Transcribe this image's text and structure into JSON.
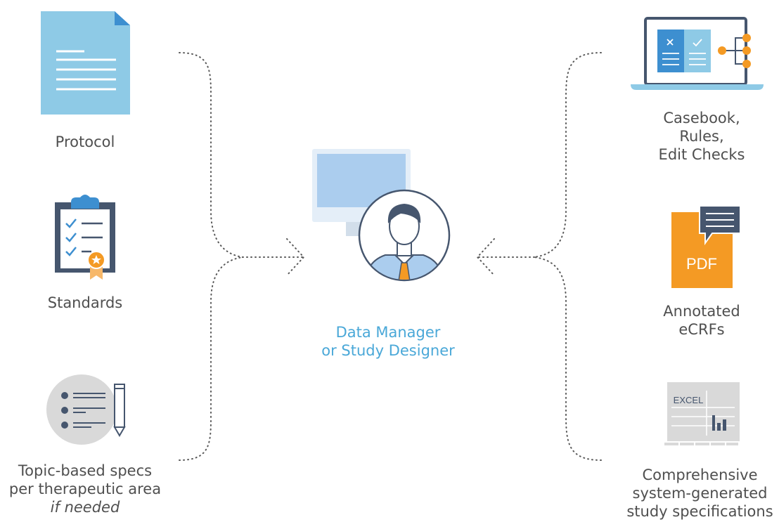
{
  "inputs": {
    "protocol": "Protocol",
    "standards": "Standards",
    "topic_line1": "Topic-based specs",
    "topic_line2": "per therapeutic area",
    "topic_line3": "if needed"
  },
  "center": {
    "line1": "Data Manager",
    "line2": "or Study Designer"
  },
  "outputs": {
    "casebook_line1": "Casebook,",
    "casebook_line2": "Rules,",
    "casebook_line3": "Edit Checks",
    "pdf_badge": "PDF",
    "ecrf_line1": "Annotated",
    "ecrf_line2": "eCRFs",
    "excel_badge": "EXCEL",
    "spec_line1": "Comprehensive",
    "spec_line2": "system-generated",
    "spec_line3": "study specifications"
  },
  "colors": {
    "light_blue": "#8ecae6",
    "blue": "#3d8fd0",
    "navy": "#46566e",
    "orange": "#f49a24",
    "center_text": "#4aa8d8",
    "grey": "#d9d9d9"
  },
  "icons": [
    "document-icon",
    "clipboard-icon",
    "list-pen-icon",
    "monitor-icon",
    "person-icon",
    "laptop-flow-icon",
    "pdf-icon",
    "excel-icon"
  ]
}
